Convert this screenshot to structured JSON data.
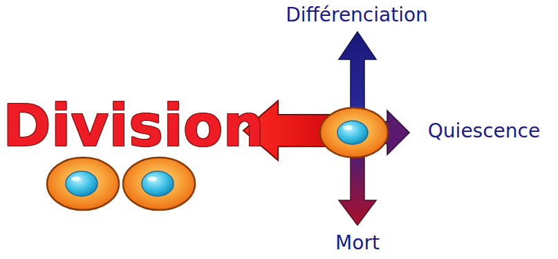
{
  "diagram": {
    "labels": [
      "Division",
      "Différenciation",
      "Quiescence",
      "Mort"
    ]
  }
}
